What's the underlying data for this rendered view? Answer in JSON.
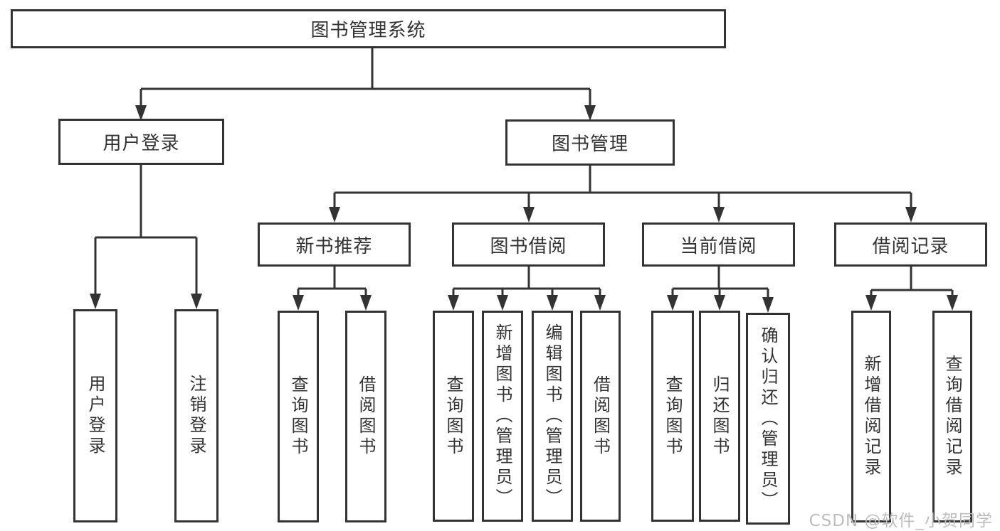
{
  "tree": {
    "label": "图书管理系统",
    "children": [
      {
        "label": "用户登录",
        "children": [
          {
            "label": "用户登录"
          },
          {
            "label": "注销登录"
          }
        ]
      },
      {
        "label": "图书管理",
        "children": [
          {
            "label": "新书推荐",
            "children": [
              {
                "label": "查询图书"
              },
              {
                "label": "借阅图书"
              }
            ]
          },
          {
            "label": "图书借阅",
            "children": [
              {
                "label": "查询图书"
              },
              {
                "label": "新增图书（管理员）"
              },
              {
                "label": "编辑图书（管理员）"
              },
              {
                "label": "借阅图书"
              }
            ]
          },
          {
            "label": "当前借阅",
            "children": [
              {
                "label": "查询图书"
              },
              {
                "label": "归还图书"
              },
              {
                "label": "确认归还（管理员）"
              }
            ]
          },
          {
            "label": "借阅记录",
            "children": [
              {
                "label": "新增借阅记录"
              },
              {
                "label": "查询借阅记录"
              }
            ]
          }
        ]
      }
    ]
  },
  "watermark": "CSDN @软件_小贺同学",
  "colors": {
    "line": "#333333",
    "box_border": "#333333",
    "text": "#333333",
    "watermark": "#bdbdbd",
    "background": "#ffffff"
  }
}
